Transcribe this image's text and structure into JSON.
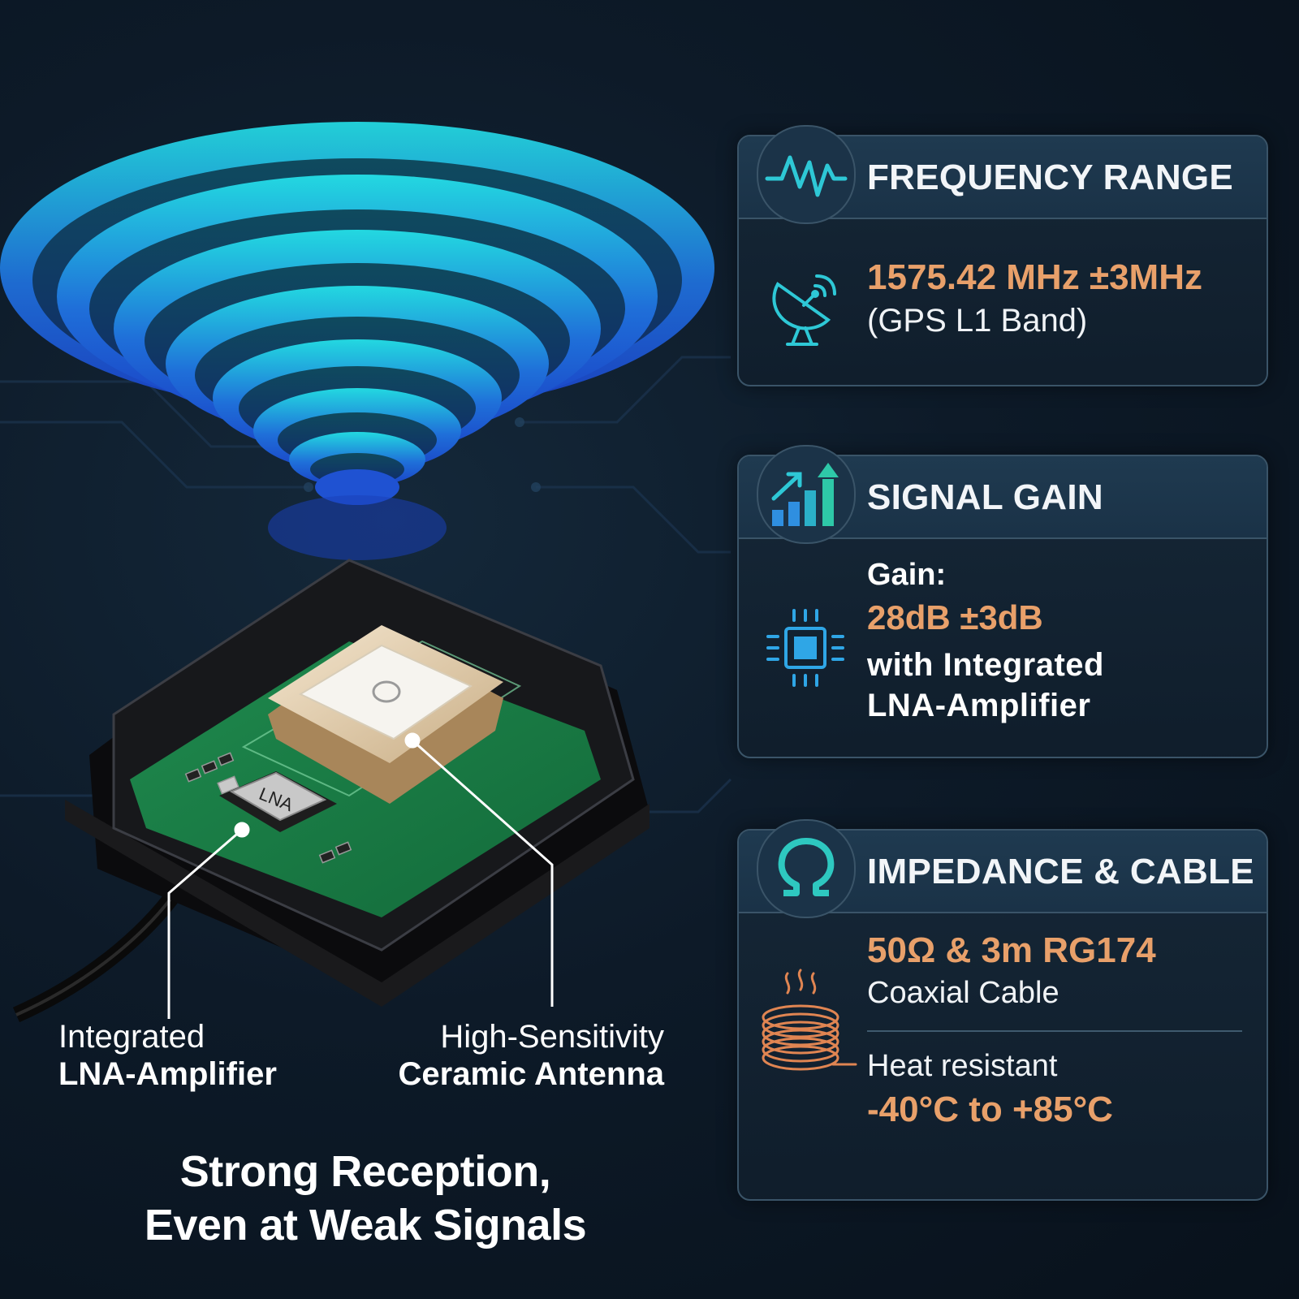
{
  "callouts": {
    "lna": {
      "line1": "Integrated",
      "line2": "LNA-Amplifier"
    },
    "antenna": {
      "line1": "High-Sensitivity",
      "line2": "Ceramic Antenna"
    },
    "chip_label": "LNA"
  },
  "tagline": {
    "line1": "Strong Reception,",
    "line2": "Even at Weak Signals"
  },
  "cards": {
    "frequency": {
      "title": "FREQUENCY RANGE",
      "value": "1575.42 MHz ±3MHz",
      "note": "(GPS L1 Band)"
    },
    "gain": {
      "title": "SIGNAL GAIN",
      "label": "Gain:",
      "value": "28dB ±3dB",
      "note_line1": "with Integrated",
      "note_line2": "LNA-Amplifier"
    },
    "impedance": {
      "title": "IMPEDANCE & CABLE",
      "value": "50Ω & 3m RG174",
      "note": "Coaxial Cable",
      "heat_label": "Heat resistant",
      "heat_value": "-40°C to +85°C"
    }
  },
  "icons": {
    "frequency_header": "waveform-icon",
    "frequency_body": "satellite-dish-icon",
    "gain_header": "bar-chart-up-icon",
    "gain_body": "chip-icon",
    "impedance_header": "omega-icon",
    "impedance_body": "coiled-cable-icon"
  },
  "colors": {
    "accent_orange": "#e8a06a",
    "accent_cyan": "#2ec8d6",
    "panel_border": "#3a5468"
  }
}
